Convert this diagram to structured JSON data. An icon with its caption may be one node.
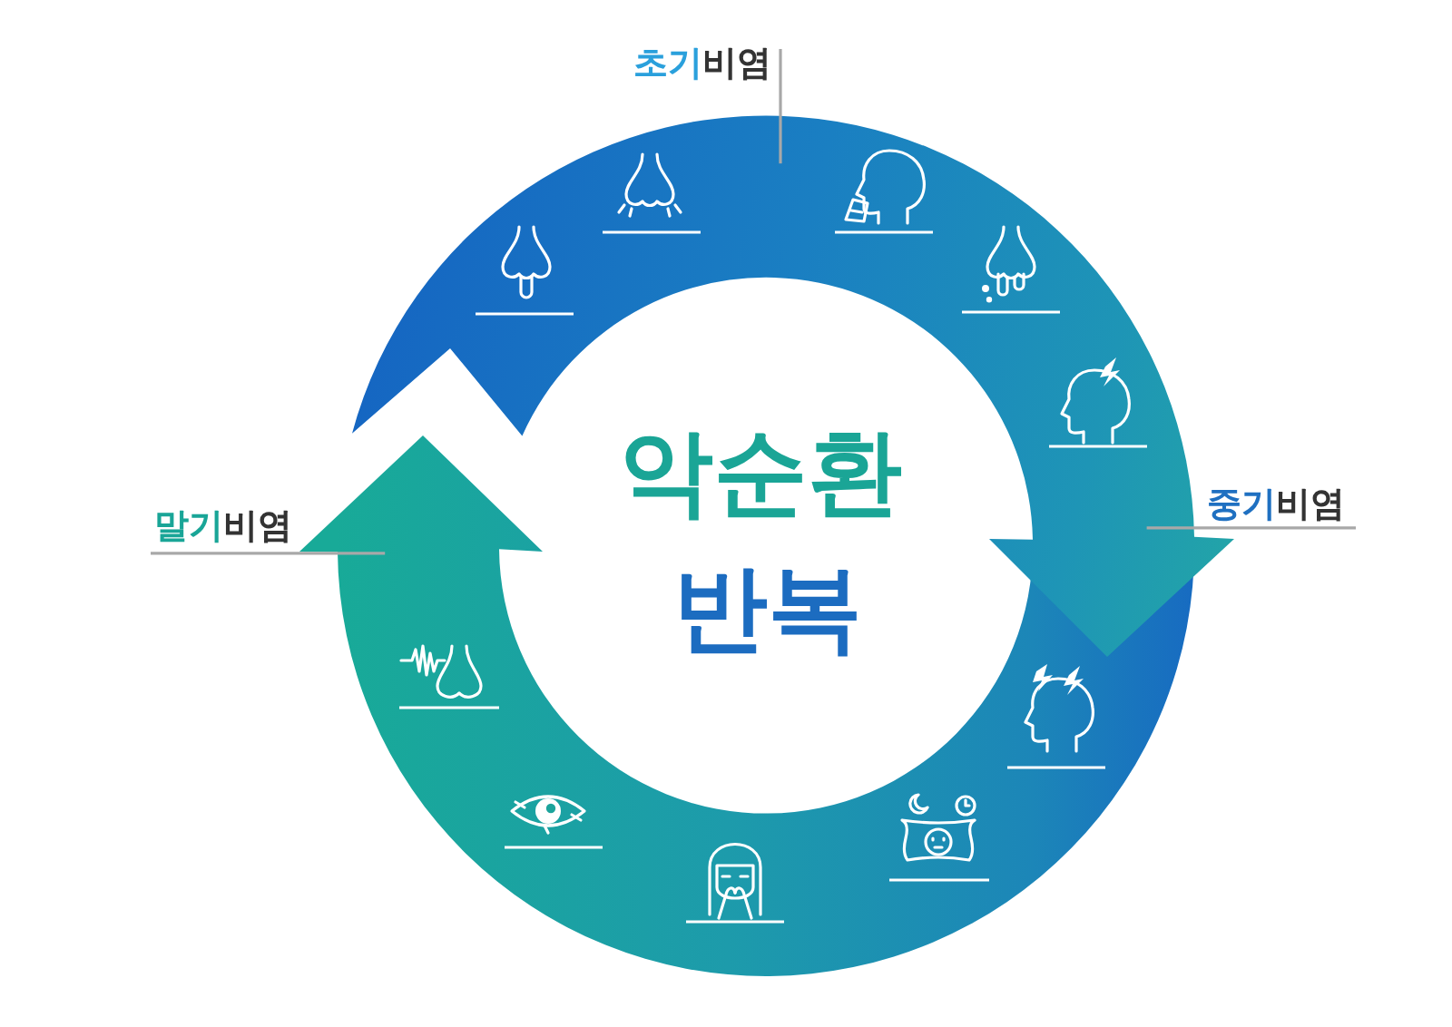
{
  "diagram": {
    "nodes": [
      {
        "text": [
          "초기비염"
        ]
      },
      {
        "text": [],
        "shape": "arrow"
      },
      {
        "text": [
          "중기비염"
        ]
      },
      {
        "text": [
          "말기비염"
        ]
      },
      {
        "text": [],
        "shape": "arrow"
      }
    ],
    "edges": [
      {
        "from": 0,
        "to": 1,
        "arrow": "none"
      },
      {
        "from": 2,
        "to": 1,
        "arrow": "none"
      },
      {
        "from": 3,
        "to": 4,
        "arrow": "none"
      }
    ],
    "labels": [
      "악순환",
      "반복"
    ]
  }
}
